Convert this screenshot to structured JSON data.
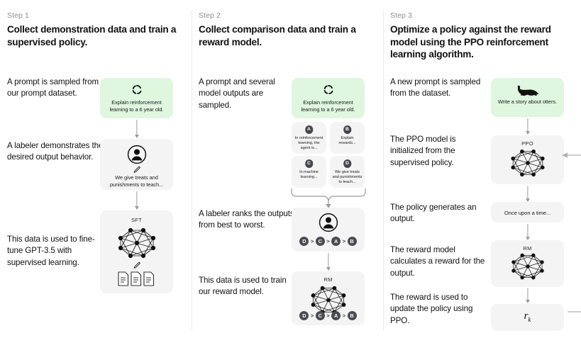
{
  "diagram": {
    "title": "InstructGPT / ChatGPT RLHF training pipeline",
    "colors": {
      "prompt_card": "#dff6df",
      "model_card": "#f4f4f4",
      "pill": "#4a4a52",
      "arrow": "#9a9a9a",
      "divider": "#ececec",
      "step_label": "#8e8e8e"
    }
  },
  "steps": [
    {
      "label": "Step 1",
      "title": "Collect demonstration data and train a supervised policy.",
      "blurbs": [
        "A prompt is sampled from our prompt dataset.",
        "A labeler demonstrates the desired output behavior.",
        "This data is used to fine-tune GPT-3.5 with supervised learning."
      ],
      "cards": [
        {
          "kind": "prompt",
          "icon": "dashed-circle-icon",
          "text": "Explain reinforcement learning to a 6 year old."
        },
        {
          "kind": "labeler",
          "icon": "person-icon",
          "sub_icon": "pencil-icon",
          "text": "We give treats and punishments to teach..."
        },
        {
          "kind": "model",
          "caption": "SFT",
          "icon": "neural-network-icon",
          "sub_icon": "pencil-icon",
          "extra_icon": "documents-icon"
        }
      ]
    },
    {
      "label": "Step 2",
      "title": "Collect comparison data and train a reward model.",
      "blurbs": [
        "A prompt and several model outputs are sampled.",
        "A labeler ranks the outputs from best to worst.",
        "This data is used to train our reward model."
      ],
      "cards": [
        {
          "kind": "prompt",
          "icon": "dashed-circle-icon",
          "text": "Explain reinforcement learning to a 6 year old."
        },
        {
          "kind": "model",
          "caption": "RM",
          "icon": "neural-network-icon"
        }
      ],
      "options": [
        {
          "letter": "A",
          "text": "In reinforcement learning, the agent is..."
        },
        {
          "letter": "B",
          "text": "Explain rewards..."
        },
        {
          "letter": "C",
          "text": "In machine learning..."
        },
        {
          "letter": "D",
          "text": "We give treats and punishments to teach..."
        }
      ],
      "ranking": [
        "D",
        "C",
        "A",
        "B"
      ],
      "ranking_separator": ">"
    },
    {
      "label": "Step 3",
      "title": "Optimize a policy against the reward model using the PPO reinforcement learning algorithm.",
      "blurbs": [
        "A new prompt is sampled from the dataset.",
        "The PPO model is initialized from the supervised policy.",
        "The policy generates an output.",
        "The reward model calculates a reward for the output.",
        "The reward is used to update the policy using PPO."
      ],
      "cards": [
        {
          "kind": "prompt",
          "icon": "otter-icon",
          "text": "Write a story about otters."
        },
        {
          "kind": "model",
          "caption": "PPO",
          "icon": "neural-network-icon"
        },
        {
          "kind": "output",
          "text": "Once upon a time..."
        },
        {
          "kind": "model",
          "caption": "RM",
          "icon": "neural-network-icon"
        },
        {
          "kind": "reward",
          "symbol": "r",
          "subscript": "k"
        }
      ]
    }
  ]
}
